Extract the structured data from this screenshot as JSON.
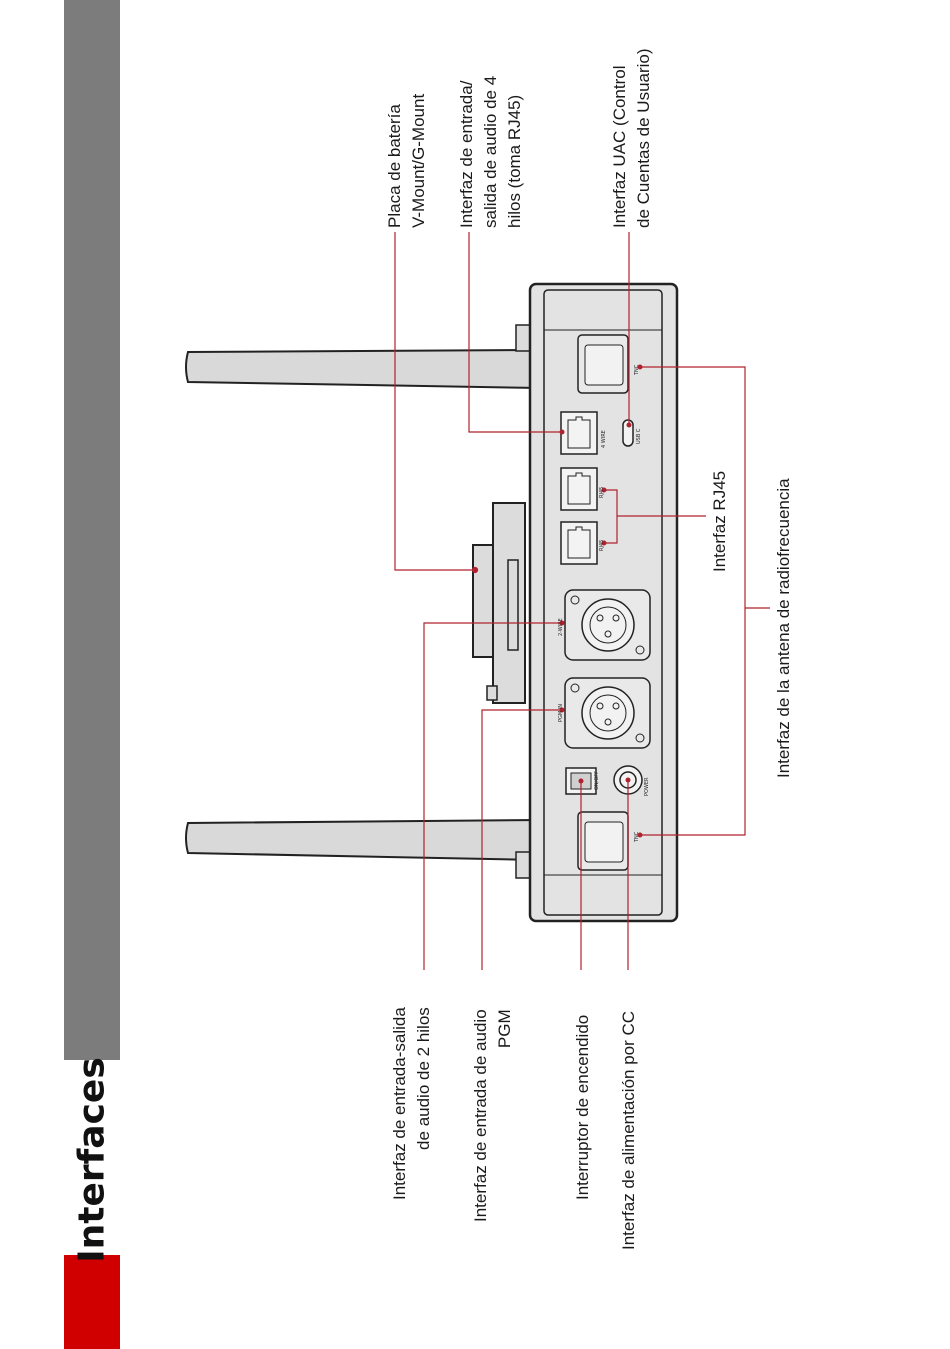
{
  "page": {
    "title": "Interfaces"
  },
  "colors": {
    "accent_red": "#d00000",
    "sidebar_gray": "#7c7c7c",
    "callout_line": "#b0222f"
  },
  "labels": {
    "battery_plate": [
      "Placa de batería",
      "V-Mount/G-Mount"
    ],
    "four_wire": [
      "Interfaz de entrada/",
      "salida de audio de 4",
      "hilos (toma RJ45)"
    ],
    "uac": [
      "Interfaz UAC (Control",
      "de Cuentas de Usuario)"
    ],
    "rj45": "Interfaz RJ45",
    "rf_antenna": "Interfaz de la antena de radiofrecuencia",
    "two_wire": [
      "Interfaz de entrada-salida",
      "de audio de 2 hilos"
    ],
    "pgm": [
      "Interfaz de entrada de audio",
      "PGM"
    ],
    "power_switch": "Interruptor de encendido",
    "dc_power": "Interfaz de alimentación por CC"
  },
  "device_marks": {
    "four_wire": "4 WIRE",
    "usb_c": "USB C",
    "rj45_a": "RJ45",
    "rj45_b": "RJ45",
    "two_wire": "2-WIRE",
    "pgm_in": "PGM IN",
    "on_off": "ON/OFF",
    "power": "POWER",
    "tnc_top": "TNC",
    "tnc_bottom": "TNC"
  }
}
